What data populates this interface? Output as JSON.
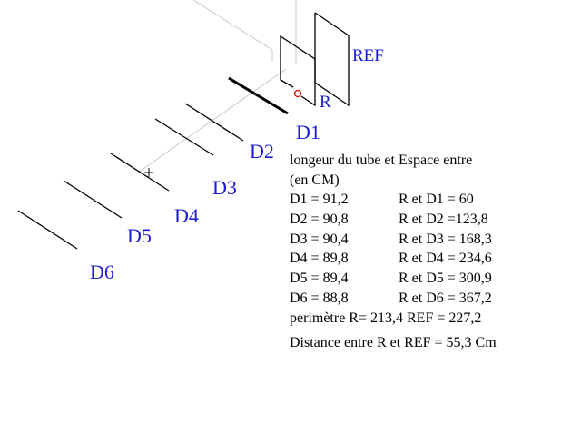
{
  "labels": {
    "ref": "REF",
    "r": "R",
    "d1": "D1",
    "d2": "D2",
    "d3": "D3",
    "d4": "D4",
    "d5": "D5",
    "d6": "D6"
  },
  "spec": {
    "header_line1": "longeur du tube et  Espace entre",
    "header_line2": "(en CM)",
    "rows": [
      {
        "length": "D1 = 91,2",
        "spacing": "R et D1 = 60"
      },
      {
        "length": "D2 = 90,8",
        "spacing": "R et D2 =123,8"
      },
      {
        "length": "D3 = 90,4",
        "spacing": "R et D3 = 168,3"
      },
      {
        "length": "D4 = 89,8",
        "spacing": "R et D4 = 234,6"
      },
      {
        "length": "D5 = 89,4",
        "spacing": "R et D5 = 300,9"
      },
      {
        "length": "D6 = 88,8",
        "spacing": "R et D6 = 367,2"
      }
    ],
    "perimeter": "perimètre R= 213,4   REF = 227,2",
    "distance": "Distance entre R et REF = 55,3 Cm"
  },
  "colors": {
    "label": "#1a1ad8",
    "boom": "#c8c8c8",
    "feed_point": "#dd0000"
  }
}
